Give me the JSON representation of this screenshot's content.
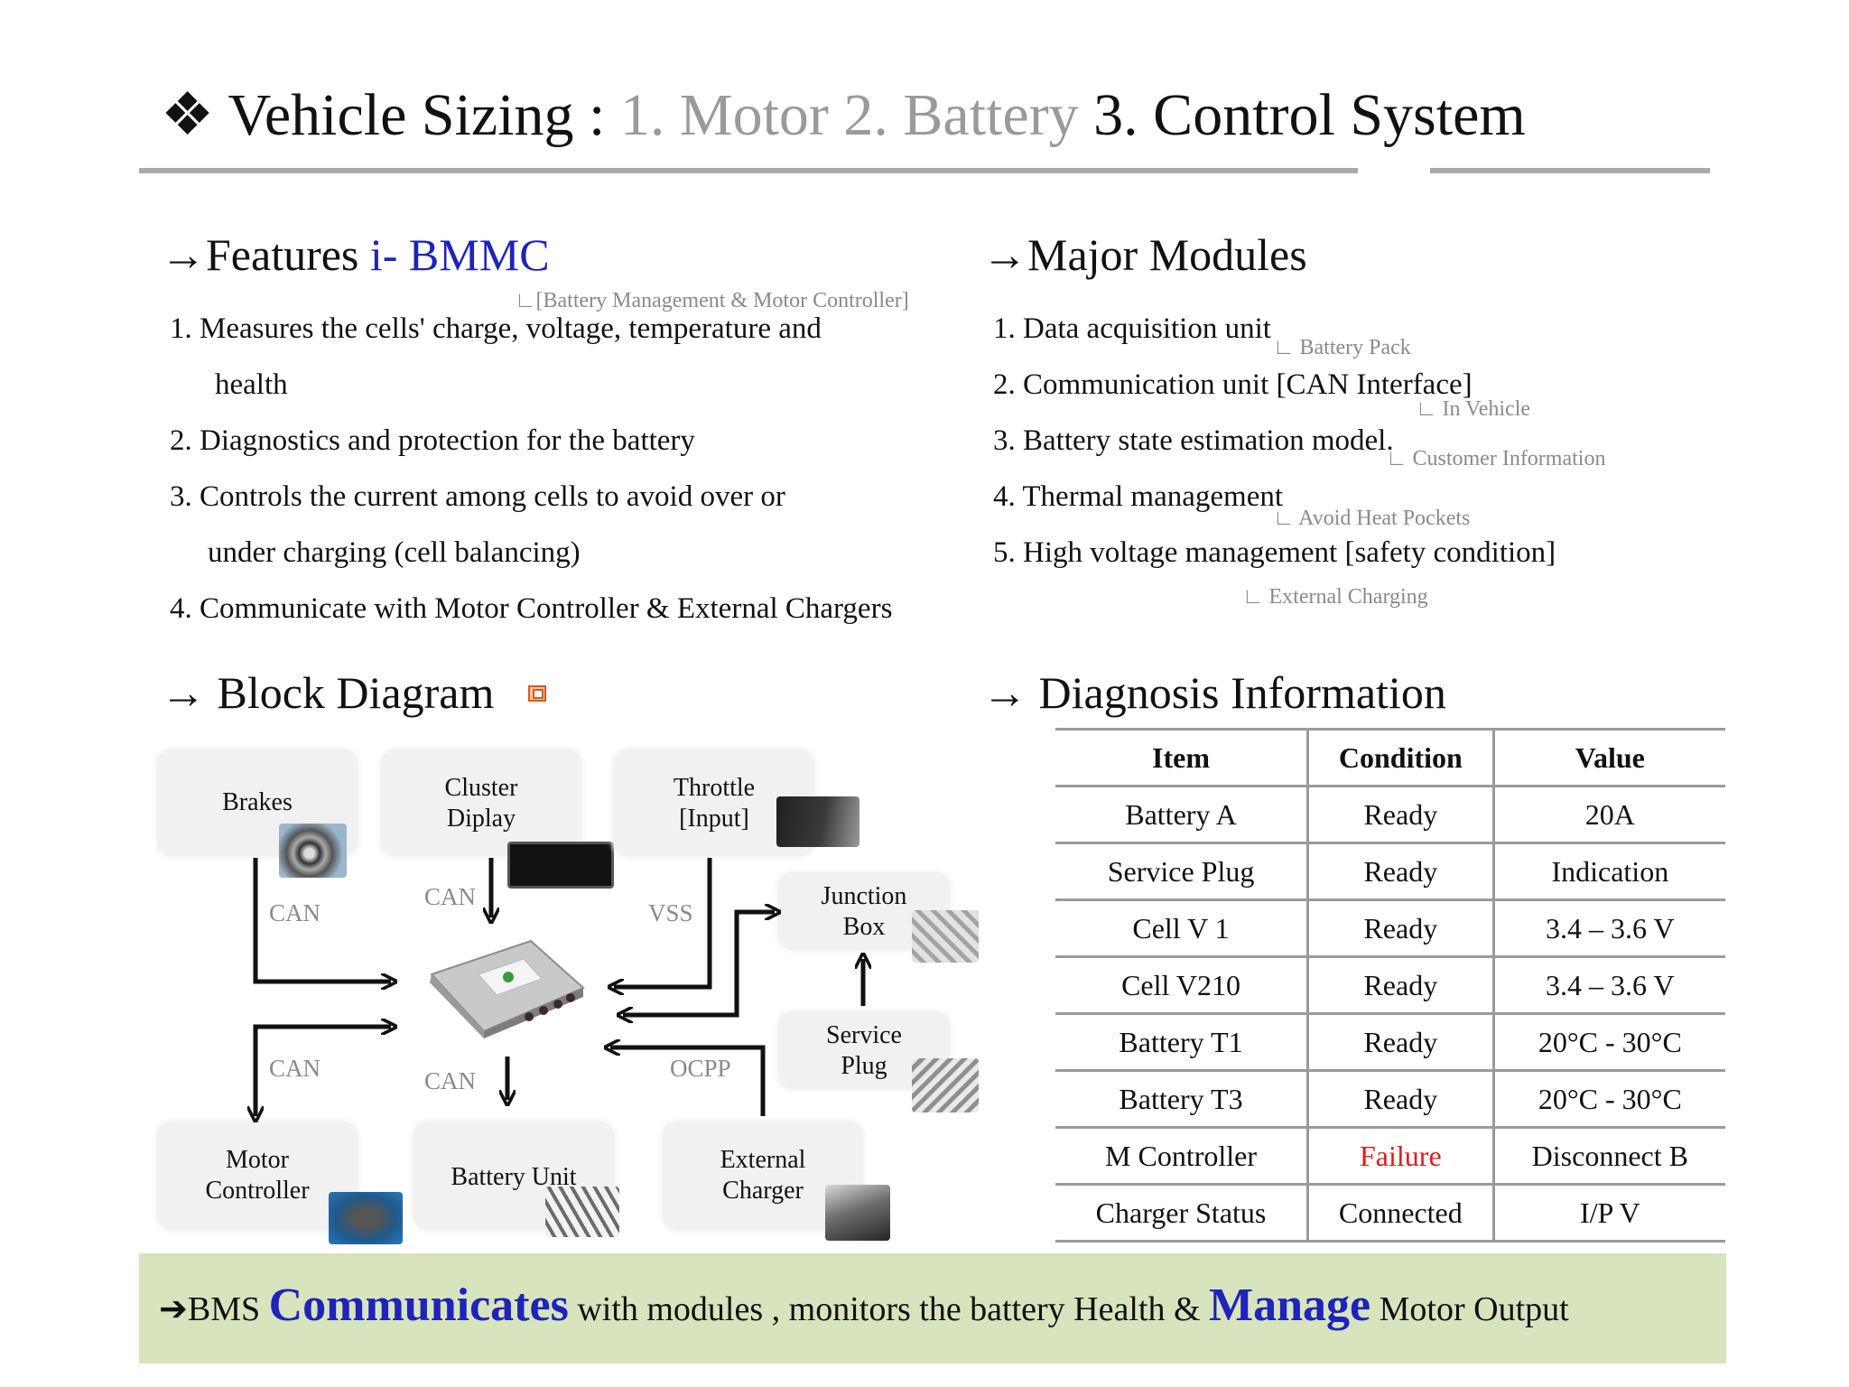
{
  "title": {
    "bullet": "❖",
    "prefix": "Vehicle Sizing : ",
    "gray_part": "1. Motor 2. Battery",
    "active_part": " 3. Control System"
  },
  "features": {
    "arrow": "→",
    "heading": "Features ",
    "heading_blue": "i- BMMC",
    "subnote": "∟[Battery Management & Motor Controller]",
    "lines": [
      "1. Measures the cells' charge, voltage, temperature and",
      "health",
      "2. Diagnostics and protection for the battery",
      "3. Controls the current among cells to avoid over or",
      "under charging (cell balancing)",
      "4. Communicate with Motor Controller & External Chargers"
    ]
  },
  "modules": {
    "heading": "→Major Modules",
    "items": [
      "1. Data acquisition unit",
      "2. Communication unit [CAN Interface]",
      "3. Battery state estimation model.",
      "4. Thermal management",
      "5. High voltage management [safety condition]"
    ],
    "notes": [
      "∟ Battery Pack",
      "∟ In Vehicle",
      "∟ Customer Information",
      "∟ Avoid Heat Pockets",
      "∟ External Charging"
    ]
  },
  "block_diagram": {
    "heading": "→ Block Diagram",
    "boxes": {
      "brakes": "Brakes",
      "cluster": "Cluster\nDiplay",
      "throttle": "Throttle\n[Input]",
      "junction": "Junction\nBox",
      "service": "Service\nPlug",
      "motor": "Motor\nController",
      "battery": "Battery Unit",
      "charger": "External\nCharger"
    },
    "links": {
      "can1": "CAN",
      "can2": "CAN",
      "vss": "VSS",
      "can3": "CAN",
      "can4": "CAN",
      "ocpp": "OCPP"
    }
  },
  "diagnosis": {
    "heading": "→ Diagnosis Information",
    "columns": [
      "Item",
      "Condition",
      "Value"
    ],
    "rows": [
      [
        "Battery A",
        "Ready",
        "20A"
      ],
      [
        "Service Plug",
        "Ready",
        "Indication"
      ],
      [
        "Cell V 1",
        "Ready",
        "3.4 – 3.6 V"
      ],
      [
        "Cell V210",
        "Ready",
        "3.4 – 3.6 V"
      ],
      [
        "Battery T1",
        "Ready",
        "20°C - 30°C"
      ],
      [
        "Battery T3",
        "Ready",
        "20°C - 30°C"
      ],
      [
        "M Controller",
        "Failure",
        "Disconnect  B"
      ],
      [
        "Charger Status",
        "Connected",
        "I/P V"
      ]
    ],
    "failure_color": "#e11b1b"
  },
  "footer": {
    "arrow": "➔",
    "part1": "BMS ",
    "big1": "Communicates",
    "part2": " with  modules , monitors the battery Health & ",
    "big2": "Manage",
    "part3": "  Motor Output"
  },
  "colors": {
    "accent_blue": "#1e23b9",
    "footer_bg": "#d7e4bd",
    "rule_gray": "#a9a9a9"
  }
}
